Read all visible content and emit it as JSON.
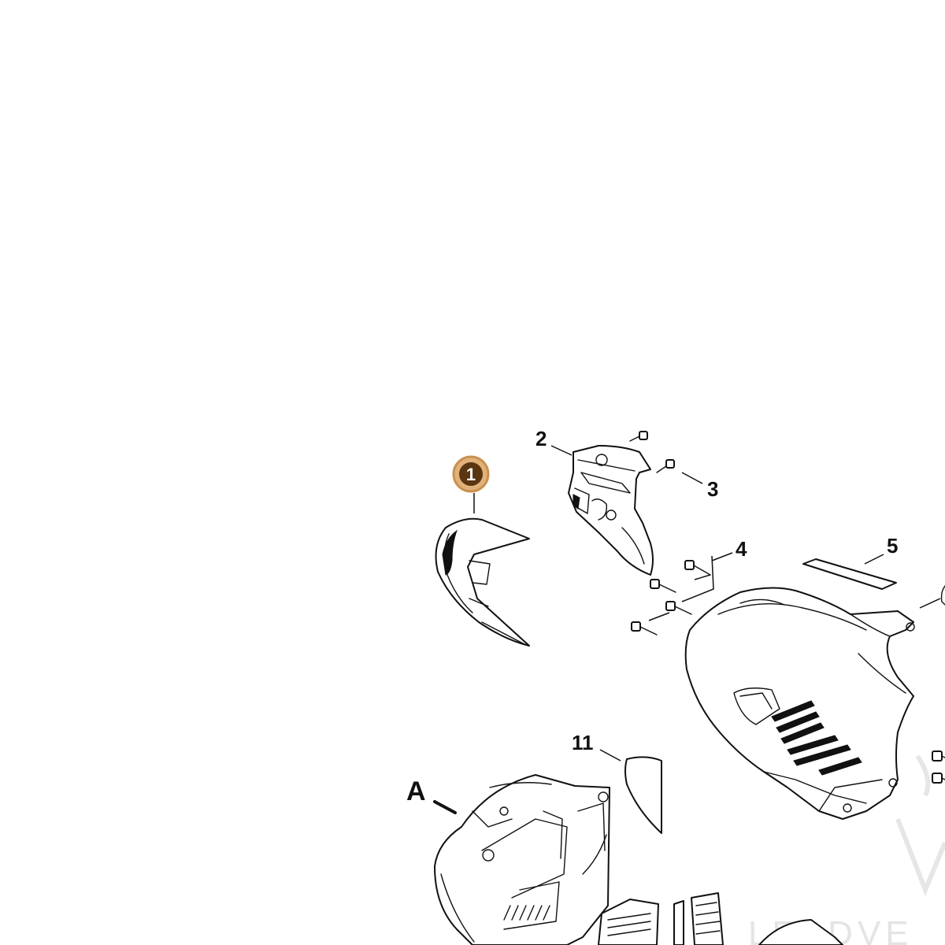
{
  "diagram": {
    "callouts": [
      {
        "id": "1",
        "label": "1",
        "highlighted": true
      },
      {
        "id": "2",
        "label": "2"
      },
      {
        "id": "3",
        "label": "3"
      },
      {
        "id": "4",
        "label": "4"
      },
      {
        "id": "5",
        "label": "5"
      },
      {
        "id": "11",
        "label": "11"
      }
    ],
    "reference_letter": "A",
    "watermark_text": "LEADVE",
    "colors": {
      "line": "#111111",
      "background": "#ffffff",
      "highlight_fill": "#5a3510",
      "highlight_ring": "#c9904f",
      "watermark": "#e4e4e4"
    }
  }
}
